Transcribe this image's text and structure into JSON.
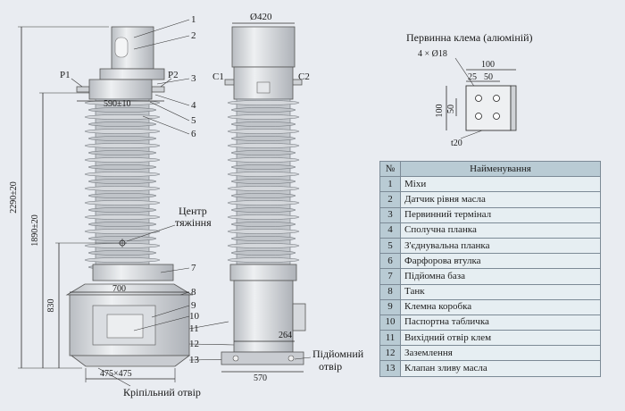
{
  "table": {
    "header_no": "№",
    "header_name": "Найменування",
    "rows": [
      {
        "no": "1",
        "name": "Міхи"
      },
      {
        "no": "2",
        "name": "Датчик рівня масла"
      },
      {
        "no": "3",
        "name": "Первинний термінал"
      },
      {
        "no": "4",
        "name": "Сполучна планка"
      },
      {
        "no": "5",
        "name": "З'єднувальна планка"
      },
      {
        "no": "6",
        "name": "Фарфорова втулка"
      },
      {
        "no": "7",
        "name": "Підйомна база"
      },
      {
        "no": "8",
        "name": "Танк"
      },
      {
        "no": "9",
        "name": "Клемна коробка"
      },
      {
        "no": "10",
        "name": "Паспортна табличка"
      },
      {
        "no": "11",
        "name": "Вихідний отвір клем"
      },
      {
        "no": "12",
        "name": "Заземлення"
      },
      {
        "no": "13",
        "name": "Клапан зливу масла"
      }
    ]
  },
  "primary_terminal": {
    "title": "Первинна клема (алюміній)",
    "holes": "4 × Ø18",
    "dim_100_top": "100",
    "dim_25": "25",
    "dim_50_top": "50",
    "dim_100_side": "100",
    "dim_50_side": "50",
    "thickness": "t20"
  },
  "front": {
    "p1": "P1",
    "p2": "P2",
    "dim_590": "590±10",
    "dim_2290": "2290±20",
    "dim_1890": "1890±20",
    "dim_830": "830",
    "dim_700": "700",
    "dim_475": "475×475",
    "center_gravity": [
      "Центр",
      "тяжіння"
    ],
    "mount_hole": "Кріпільний отвір",
    "callouts": [
      "1",
      "2",
      "3",
      "4",
      "5",
      "6",
      "7",
      "8",
      "9",
      "10",
      "11",
      "12",
      "13"
    ]
  },
  "side": {
    "dim_420": "Ø420",
    "c1": "C1",
    "c2": "C2",
    "dim_264": "264",
    "dim_570": "570",
    "lift_hole": [
      "Підйомний",
      "отвір"
    ]
  },
  "colors": {
    "porcelain": "#c3c7cc",
    "metal": "#d2d5d9",
    "background": "#e9ecf1",
    "table_header": "#b9cbd4"
  }
}
